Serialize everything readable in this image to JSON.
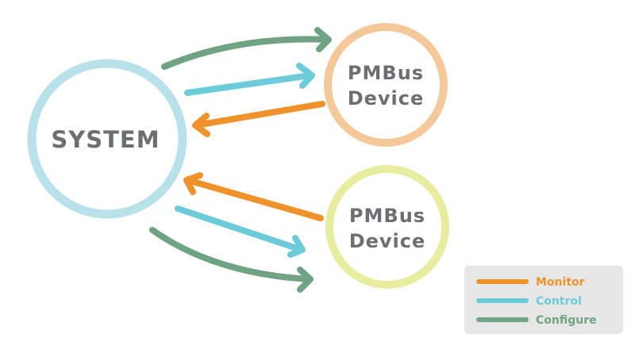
{
  "colors": {
    "monitor": "#f0922b",
    "control": "#6ccbd9",
    "configure": "#6fa383",
    "system_ring": "#b9e1ea",
    "device_top_ring": "#f5c89a",
    "device_bottom_ring": "#e8ec9f",
    "label_text": "#6d6e71",
    "legend_bg": "#e6e6e6"
  },
  "nodes": {
    "system": {
      "label": "SYSTEM"
    },
    "device_top": {
      "line1": "PMBus",
      "line2": "Device"
    },
    "device_bottom": {
      "line1": "PMBus",
      "line2": "Device"
    }
  },
  "legend": {
    "items": [
      {
        "label": "Monitor",
        "color": "#f0922b"
      },
      {
        "label": "Control",
        "color": "#6ccbd9"
      },
      {
        "label": "Configure",
        "color": "#6fa383"
      }
    ]
  },
  "arrows": [
    {
      "type": "configure",
      "from": "system",
      "to": "device_top"
    },
    {
      "type": "control",
      "from": "system",
      "to": "device_top"
    },
    {
      "type": "monitor",
      "from": "device_top",
      "to": "system"
    },
    {
      "type": "monitor",
      "from": "device_bottom",
      "to": "system"
    },
    {
      "type": "control",
      "from": "system",
      "to": "device_bottom"
    },
    {
      "type": "configure",
      "from": "system",
      "to": "device_bottom"
    }
  ]
}
